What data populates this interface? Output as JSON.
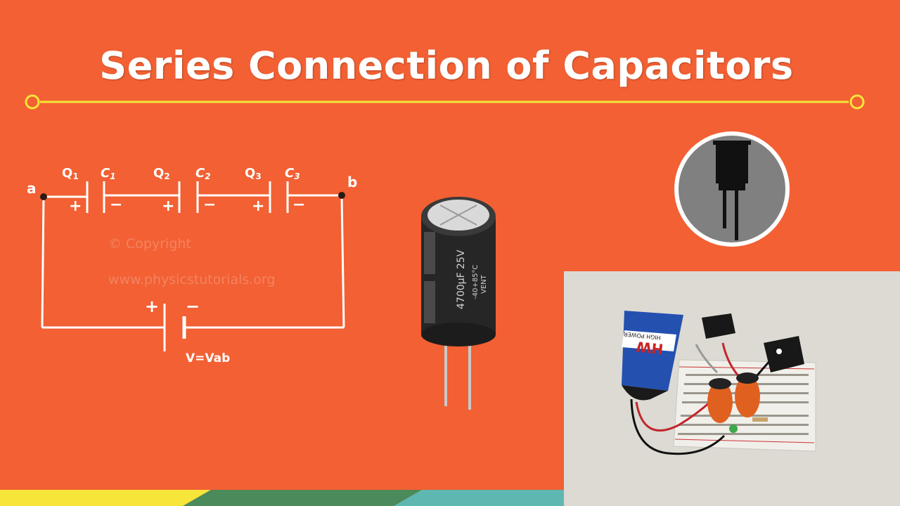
{
  "title": "Series Connection of Capacitors",
  "colors": {
    "background": "#f26033",
    "title_text": "#ffffff",
    "title_rule": "#f7e53a",
    "circuit_lines": "#ffffff",
    "icon_circle": "#808080"
  },
  "circuit": {
    "node_a": "a",
    "node_b": "b",
    "capacitors": [
      {
        "charge_label": "Q",
        "charge_sub": "1",
        "cap_label": "C",
        "cap_sub": "1",
        "plus": "+",
        "minus": "−"
      },
      {
        "charge_label": "Q",
        "charge_sub": "2",
        "cap_label": "C",
        "cap_sub": "2",
        "plus": "+",
        "minus": "−"
      },
      {
        "charge_label": "Q",
        "charge_sub": "3",
        "cap_label": "C",
        "cap_sub": "3",
        "plus": "+",
        "minus": "−"
      }
    ],
    "battery_plus": "+",
    "battery_minus": "−",
    "battery_label": "V=Vab"
  },
  "watermark": {
    "line1": "© Copyright",
    "line2": "www.physicstutorials.org"
  },
  "capacitor_illustration": {
    "rating": "4700μF 25V",
    "temp": "-40+85°C",
    "vent": "VENT"
  },
  "breadboard_photo": {
    "battery_brand": "HW",
    "battery_text": "HIGH POWER"
  }
}
